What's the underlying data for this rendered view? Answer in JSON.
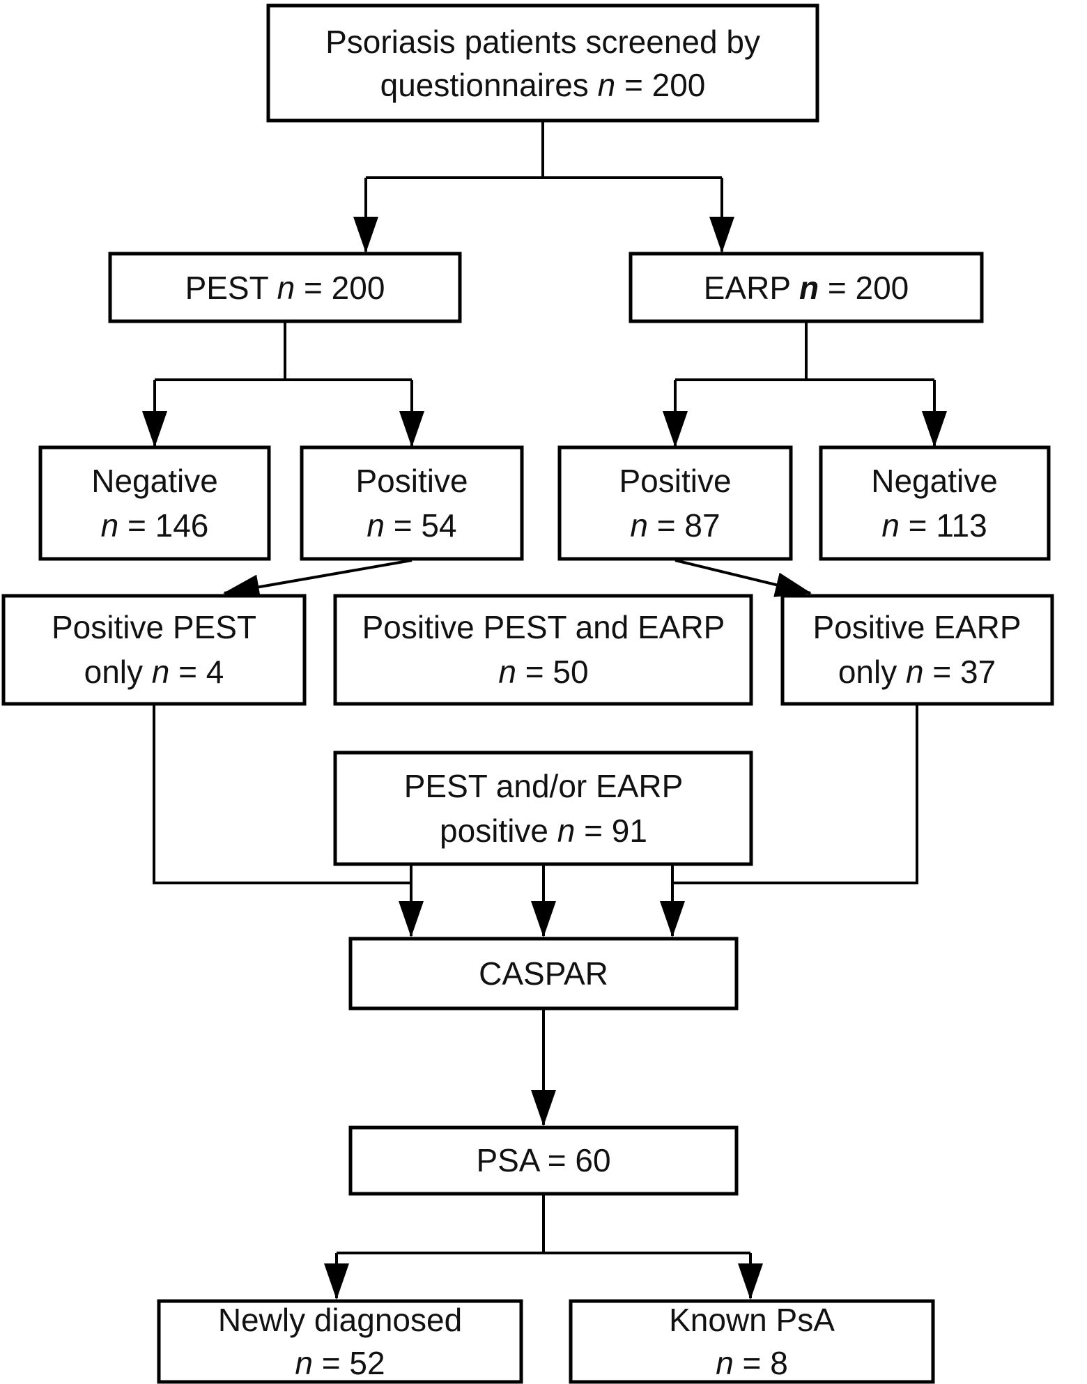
{
  "figure": {
    "kind": "flowchart",
    "title": "Psoriasis patients PEST/EARP screening flow"
  },
  "colors": {
    "background": "#ffffff",
    "box_fill": "#ffffff",
    "box_border": "#000000",
    "line": "#000000",
    "text": "#111111"
  },
  "nodes": {
    "screened": {
      "lines": [
        {
          "pre": "Psoriasis patients screened by"
        },
        {
          "pre": "questionnaires ",
          "var": "n",
          "post": " = 200"
        }
      ]
    },
    "pest": {
      "lines": [
        {
          "pre": "PEST ",
          "var": "n",
          "post": " = 200"
        }
      ]
    },
    "earp": {
      "lines": [
        {
          "pre": "EARP ",
          "var": "n",
          "post": " = 200"
        }
      ],
      "var_bold": true
    },
    "pest_negative": {
      "lines": [
        {
          "pre": "Negative"
        },
        {
          "var": "n",
          "post": " = 146"
        }
      ]
    },
    "pest_positive": {
      "lines": [
        {
          "pre": "Positive"
        },
        {
          "var": "n",
          "post": " = 54"
        }
      ]
    },
    "earp_positive": {
      "lines": [
        {
          "pre": "Positive"
        },
        {
          "var": "n",
          "post": " = 87"
        }
      ]
    },
    "earp_negative": {
      "lines": [
        {
          "pre": "Negative"
        },
        {
          "var": "n",
          "post": " = 113"
        }
      ]
    },
    "pest_only": {
      "lines": [
        {
          "pre": "Positive PEST"
        },
        {
          "pre": "only ",
          "var": "n",
          "post": " = 4"
        }
      ]
    },
    "pest_and_earp": {
      "lines": [
        {
          "pre": "Positive PEST and EARP"
        },
        {
          "var": "n",
          "post": " = 50"
        }
      ]
    },
    "earp_only": {
      "lines": [
        {
          "pre": "Positive EARP"
        },
        {
          "pre": "only ",
          "var": "n",
          "post": " = 37"
        }
      ]
    },
    "any_positive": {
      "lines": [
        {
          "pre": "PEST and/or EARP"
        },
        {
          "pre": "positive ",
          "var": "n",
          "post": " = 91"
        }
      ]
    },
    "caspar": {
      "lines": [
        {
          "pre": "CASPAR"
        }
      ]
    },
    "psa": {
      "lines": [
        {
          "pre": "PSA = 60"
        }
      ]
    },
    "newly_diagnosed": {
      "lines": [
        {
          "pre": "Newly diagnosed"
        },
        {
          "var": "n",
          "post": " = 52"
        }
      ]
    },
    "known_psa": {
      "lines": [
        {
          "pre": "Known PsA"
        },
        {
          "var": "n",
          "post": " = 8"
        }
      ]
    }
  },
  "edges": [
    {
      "from": "screened",
      "to": "pest",
      "arrow": true
    },
    {
      "from": "screened",
      "to": "earp",
      "arrow": true
    },
    {
      "from": "pest",
      "to": "pest_negative",
      "arrow": true
    },
    {
      "from": "pest",
      "to": "pest_positive",
      "arrow": true
    },
    {
      "from": "earp",
      "to": "earp_positive",
      "arrow": true
    },
    {
      "from": "earp",
      "to": "earp_negative",
      "arrow": true
    },
    {
      "from": "pest_positive",
      "to": "pest_only",
      "arrow": true
    },
    {
      "from": "earp_positive",
      "to": "earp_only",
      "arrow": true
    },
    {
      "from": "pest_only",
      "to": "caspar",
      "arrow": true
    },
    {
      "from": "any_positive",
      "to": "caspar",
      "arrow": true
    },
    {
      "from": "earp_only",
      "to": "caspar",
      "arrow": true
    },
    {
      "from": "caspar",
      "to": "psa",
      "arrow": true
    },
    {
      "from": "psa",
      "to": "newly_diagnosed",
      "arrow": true
    },
    {
      "from": "psa",
      "to": "known_psa",
      "arrow": true
    }
  ]
}
